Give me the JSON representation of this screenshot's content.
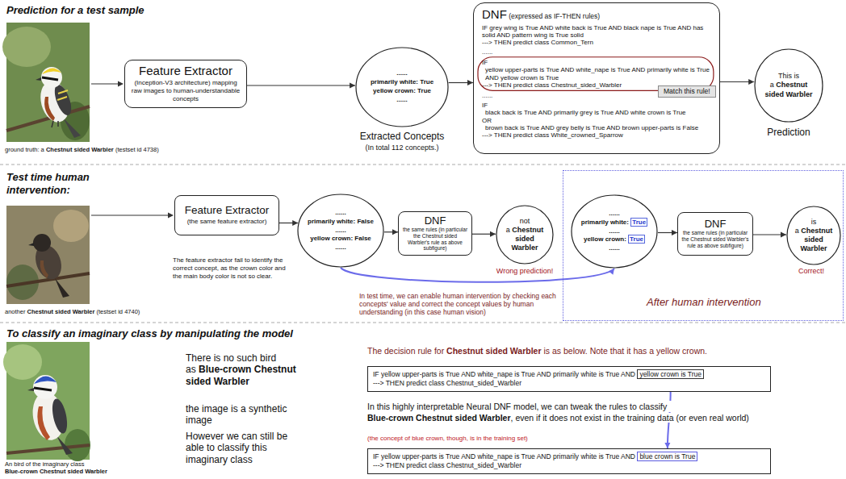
{
  "diagram": {
    "nodes": [
      {
        "text": [
          "Feature Extractor",
          "(Inception-V3 architecture) mapping raw images to human-understandable concepts"
        ]
      },
      {
        "text": [
          "......",
          "primarily white: True",
          "yellow crown: True",
          "......"
        ]
      },
      {
        "text": [
          "DNF",
          "(expressed as IF-THEN rules)",
          "IF grey wing is True AND white back is True AND black nape is True AND has solid AND pattern wing is True solid",
          "---> THEN predict class Common_Tern",
          "......",
          "IF",
          "yellow upper-parts is True AND white_nape is True AND primarily white is True AND yellow crown is True",
          "---> THEN predict class Chestnut_sided_Warbler",
          "......",
          "IF",
          "black back is True AND primarily grey is True AND white crown is True",
          "OR",
          "brown back is True AND grey belly is True AND brown upper-parts is False",
          "---> THEN predict class White_crowned_Sparrow"
        ]
      },
      {
        "text": [
          "Match this rule!"
        ],
        "in": 2
      },
      {
        "text": [
          "This is a",
          "Chestnut sided Warbler"
        ]
      },
      {
        "text": [
          "Feature Extractor",
          "(the same feature extractor)"
        ]
      },
      {
        "text": [
          "......",
          "primarily white: False",
          "......",
          "yellow crown: False",
          "......"
        ]
      },
      {
        "text": [
          "DNF",
          "the same rules (in particular the Chestnut sided Warbler's rule as above subfigure)"
        ]
      },
      {
        "text": [
          "not a",
          "Chestnut sided Warbler"
        ]
      },
      {
        "text": [
          "After human intervention"
        ]
      },
      {
        "text": [
          "......",
          "primarily white:",
          "True",
          "......",
          "yellow crown:",
          "True",
          "......"
        ],
        "in": 9
      },
      {
        "text": [
          "DNF",
          "the same rules (in particular the Chestnut sided Warbler's rule as above subfigure)"
        ],
        "in": 9
      },
      {
        "text": [
          "is a",
          "Chestnut sided Warbler"
        ],
        "in": 9
      },
      {
        "text": [
          "IF yellow upper-parts is True AND white_nape is True AND primarily white is True AND",
          "yellow crown is True",
          "---> THEN predict class Chestnut_sided_Warbler"
        ]
      },
      {
        "text": [
          "IF yellow upper-parts is True AND white_nape is True AND primarily white is True AND",
          "blue crown is True",
          "---> THEN predict class Chestnut_sided_Warbler"
        ]
      }
    ],
    "edges": [
      {
        "from": 0,
        "to": 1,
        "arrow": "to"
      },
      {
        "from": 1,
        "to": 2,
        "arrow": "to"
      },
      {
        "from": 2,
        "to": 4,
        "arrow": "to"
      },
      {
        "from": 5,
        "to": 6,
        "arrow": "to"
      },
      {
        "from": 6,
        "to": 7,
        "arrow": "to"
      },
      {
        "from": 7,
        "to": 8,
        "arrow": "to"
      },
      {
        "from": 6,
        "to": 10,
        "arrow": "to"
      },
      {
        "from": 10,
        "to": 11,
        "arrow": "to"
      },
      {
        "from": 11,
        "to": 12,
        "arrow": "to"
      },
      {
        "from": 13,
        "to": 14,
        "arrow": "to"
      }
    ],
    "labels": [
      "Prediction for a test sample",
      "ground truth: a",
      "Chestnut sided Warbler",
      "(testset id 4738)",
      "Extracted Concepts",
      "(In total 112 concepts.)",
      "Prediction",
      "Test time human intervention:",
      "another",
      "Chestnut sided Warbler",
      "(testset id 4740)",
      "The feature extractor fail to identify the correct concept, as the crown color and the main body color is not so clear.",
      "Wrong prediction!",
      "In test time, we can enable human intervention by checking each concepts' value and correct the concept values by human understanding (in this case human vision)",
      "Correct!",
      "To classify an imaginary class by manipulating the model",
      "An bird of the imaginary class",
      "Blue-crown Chestnut sided Warbler",
      "There is no such bird as",
      "Blue-crown Chestnut sided Warbler",
      "the image is a synthetic image",
      "However we can still be able to classify this imaginary class",
      "The decision rule for",
      "Chestnut sided Warbler",
      "is as below. Note that it has a yellow crown.",
      "In this highly interpretable Neural DNF model, we can tweak the rules to classify",
      "Blue-crown Chestnut sided Warbler",
      ", even if it does not exist in the training data (or even real world)",
      "(the concept of blue crown, though, is in the training set)"
    ]
  }
}
